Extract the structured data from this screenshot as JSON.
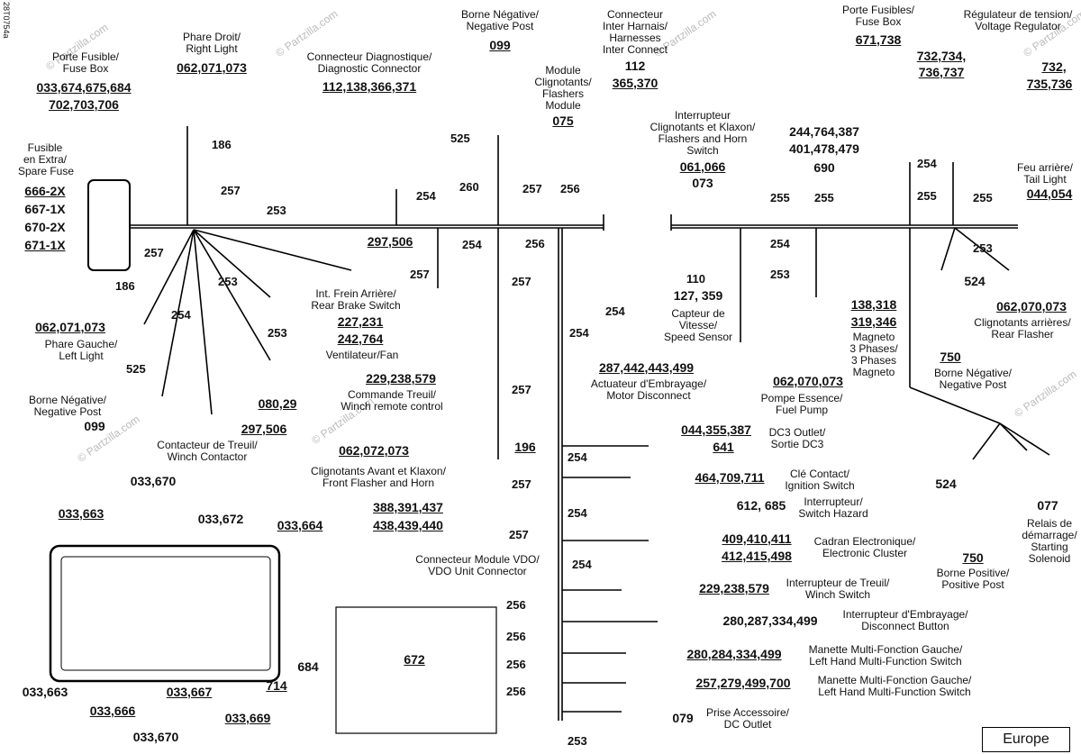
{
  "side_code": "28T0754a",
  "watermark": "© Partzilla.com",
  "region_label": "Europe",
  "labels": {
    "porte_fusible_left": "Porte Fusible/\nFuse Box",
    "phare_droit": "Phare Droit/\nRight Light",
    "connecteur_diag": "Connecteur Diagnostique/\nDiagnostic Connector",
    "borne_neg_top": "Borne Négative/\nNegative Post",
    "connecteur_inter": "Connecteur\nInter Harnais/\nHarnesses\nInter Connect",
    "module_clignotants": "Module\nClignotants/\nFlashers\nModule",
    "interrupteur_clign": "Interrupteur\nClignotants et Klaxon/\nFlashers and Horn\nSwitch",
    "porte_fusibles_right": "Porte Fusibles/\nFuse Box",
    "regulateur": "Régulateur de tension/\nVoltage Regulator",
    "fusible_extra": "Fusible\nen Extra/\nSpare Fuse",
    "feu_arriere": "Feu arrière/\nTail Light",
    "int_frein": "Int. Frein Arrière/\nRear Brake Switch",
    "phare_gauche": "Phare Gauche/\nLeft Light",
    "ventilateur": "Ventilateur/Fan",
    "commande_treuil": "Commande Treuil/\nWinch remote control",
    "borne_neg_left": "Borne Négative/\nNegative Post",
    "contacteur_treuil": "Contacteur de Treuil/\nWinch Contactor",
    "clignotants_avant": "Clignotants Avant et Klaxon/\nFront Flasher and Horn",
    "capteur_vitesse": "Capteur de\nVitesse/\nSpeed Sensor",
    "actuateur": "Actuateur d'Embrayage/\nMotor Disconnect",
    "pompe": "Pompe Essence/\nFuel Pump",
    "magneto": "Magneto\n3 Phases/\n3 Phases\nMagneto",
    "borne_neg_right": "Borne Négative/\nNegative Post",
    "clignotants_arriere": "Clignotants arrières/\nRear Flasher",
    "dc3": "DC3 Outlet/\nSortie DC3",
    "cle_contact": "Clé Contact/\nIgnition Switch",
    "hazard": "Interrupteur/\nSwitch Hazard",
    "cadran": "Cadran Electronique/\nElectronic Cluster",
    "int_treuil": "Interrupteur de Treuil/\nWinch Switch",
    "int_embrayage": "Interrupteur d'Embrayage/\nDisconnect Button",
    "manette1": "Manette Multi-Fonction Gauche/\nLeft Hand Multi-Function Switch",
    "manette2": "Manette Multi-Fonction Gauche/\nLeft Hand Multi-Function Switch",
    "prise_acc": "Prise Accessoire/\nDC Outlet",
    "connecteur_vdo": "Connecteur Module VDO/\nVDO Unit Connector",
    "borne_positive": "Borne Positive/\nPositive Post",
    "relais": "Relais de\ndémarrage/\nStarting\nSolenoid"
  },
  "parts": {
    "fuse_box_left_1": "033,674,675,684",
    "fuse_box_left_2": "702,703,706",
    "right_light": "062,071,073",
    "diag": "112,138,366,371",
    "neg_top": "099",
    "inter_112": "112",
    "inter_365": "365,370",
    "module_075": "075",
    "switch_061": "061,066",
    "switch_073": "073",
    "fusebox_right": "671,738",
    "reg_1": "732,734,",
    "reg_2": "736,737",
    "reg2_1": "732,",
    "reg2_2": "735,736",
    "conn_244_1": "244,764,387",
    "conn_244_2": "401,478,479",
    "conn_244_3": "690",
    "spare_1": "666-2X",
    "spare_2": "667-1X",
    "spare_3": "670-2X",
    "spare_4": "671-1X",
    "tail_light": "044,054",
    "brake_297": "297,506",
    "brake_switch_1": "227,231",
    "brake_switch_2": "242,764",
    "left_light": "062,071,073",
    "winch_remote": "229,238,579",
    "neg_left": "099",
    "winch_contactor": "297,506",
    "front_flasher": "062,072,073",
    "p_080": "080,29",
    "speed_1": "127, 359",
    "motor_disc": "287,442,443,499",
    "fuel_pump": "062,070,073",
    "magneto_1": "138,318",
    "magneto_2": "319,346",
    "rear_flasher": "062,070,073",
    "neg_right": "750",
    "dc3_1": "044,355,387",
    "dc3_2": "641",
    "ignition": "464,709,711",
    "hazard": "612, 685",
    "cluster_1": "409,410,411",
    "cluster_2": "412,415,498",
    "winch_switch": "229,238,579",
    "disconnect": "280,287,334,499",
    "mf1": "280,284,334,499",
    "mf2": "257,279,499,700",
    "dc_outlet": "079",
    "vdo_1": "388,391,437",
    "vdo_2": "438,439,440",
    "p_196": "196",
    "pos_post": "750",
    "p_524": "524",
    "relay": "077",
    "box_033663_top": "033,663",
    "box_033670_top": "033,670",
    "box_033672": "033,672",
    "box_033664": "033,664",
    "box_033663_bot": "033,663",
    "box_033666": "033,666",
    "box_033667": "033,667",
    "box_033669": "033,669",
    "box_033670_bot": "033,670",
    "box_684": "684",
    "box_714": "714",
    "p_672": "672",
    "tail_524": "524"
  },
  "wires": {
    "w186a": "186",
    "w257a": "257",
    "w254a": "254",
    "w260": "260",
    "w257b": "257",
    "w256a": "256",
    "w525a": "525",
    "w253a": "253",
    "w257c": "257",
    "w254b": "254",
    "w256b": "256",
    "w186b": "186",
    "w253b": "253",
    "w254c": "254",
    "w253c": "253",
    "w525b": "525",
    "w257d": "257",
    "w257e": "257",
    "w254d": "254",
    "w254e": "254",
    "w110": "110",
    "w254f": "254",
    "w253d": "253",
    "w255a": "255",
    "w255b": "255",
    "w254g": "254",
    "w255c": "255",
    "w255d": "255",
    "w253e": "253",
    "w257f": "257",
    "w254h": "254",
    "w257g": "257",
    "w254i": "254",
    "w257h": "257",
    "w254j": "254",
    "w256c": "256",
    "w256d": "256",
    "w256e": "256",
    "w256f": "256",
    "w253f": "253"
  }
}
